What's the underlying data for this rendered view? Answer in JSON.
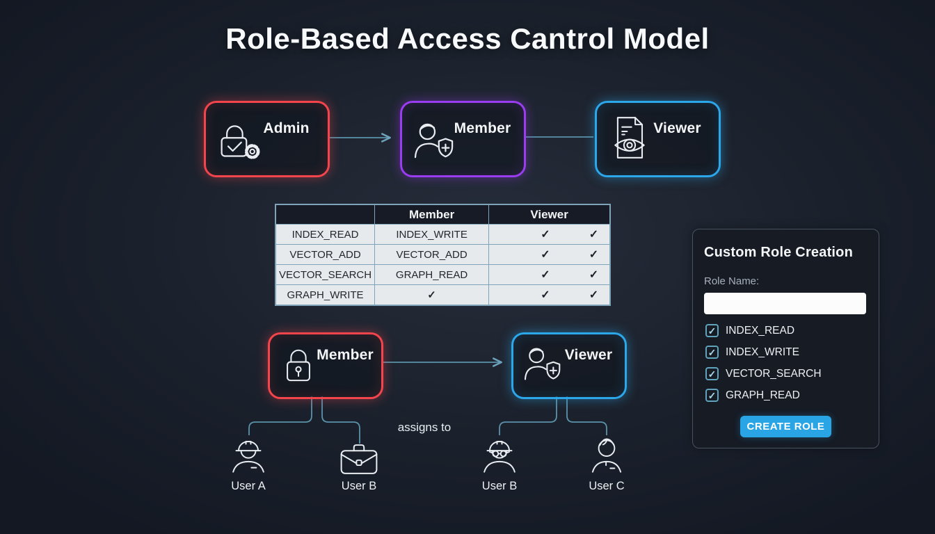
{
  "title": "Role-Based Access Cantrol Model",
  "glyphs": {
    "check": "✓"
  },
  "colors": {
    "background": "#1b212c",
    "admin_red": "#f4444c",
    "member_purple": "#9a3cf0",
    "viewer_blue": "#2ba7ea",
    "connector_teal": "#5b93ab",
    "table_border": "#7fa3b8",
    "table_row_bg": "#e7eaec",
    "table_header_bg": "#161b25",
    "panel_background": "#161b24",
    "panel_border": "#49525f",
    "checkbox_teal": "#5fa3bc",
    "button_blue": "#29a4e4"
  },
  "top_roles": [
    {
      "label": "Admin",
      "icon": "lock-check-gear-icon",
      "accent": "#f4444c"
    },
    {
      "label": "Member",
      "icon": "user-shield-icon",
      "accent": "#9a3cf0"
    },
    {
      "label": "Viewer",
      "icon": "document-eye-icon",
      "accent": "#2ba7ea"
    }
  ],
  "matrix": {
    "headers": [
      "",
      "Member",
      "Viewer"
    ],
    "rows": [
      {
        "c1": "INDEX_READ",
        "c2": "INDEX_WRITE",
        "viewer_checks": 2
      },
      {
        "c1": "VECTOR_ADD",
        "c2": "VECTOR_ADD",
        "viewer_checks": 2
      },
      {
        "c1": "VECTOR_SEARCH",
        "c2": "GRAPH_READ",
        "viewer_checks": 2
      },
      {
        "c1": "GRAPH_WRITE",
        "c2": "✓",
        "viewer_checks": 2
      }
    ]
  },
  "assignment": {
    "edge_label": "assigns to",
    "roles": [
      {
        "label": "Member",
        "icon": "lock-icon",
        "accent": "#f4444c",
        "users": [
          {
            "label": "User A",
            "icon": "worker-icon"
          },
          {
            "label": "User B",
            "icon": "briefcase-icon"
          }
        ]
      },
      {
        "label": "Viewer",
        "icon": "user-shield-icon",
        "accent": "#2ba7ea",
        "users": [
          {
            "label": "User B",
            "icon": "worker-goggles-icon"
          },
          {
            "label": "User C",
            "icon": "person-icon"
          }
        ]
      }
    ]
  },
  "panel": {
    "title": "Custom Role Creation",
    "role_name_label": "Role Name:",
    "role_name_value": "",
    "permissions": [
      "INDEX_READ",
      "INDEX_WRITE",
      "VECTOR_SEARCH",
      "GRAPH_READ"
    ],
    "button_label": "CREATE ROLE"
  }
}
